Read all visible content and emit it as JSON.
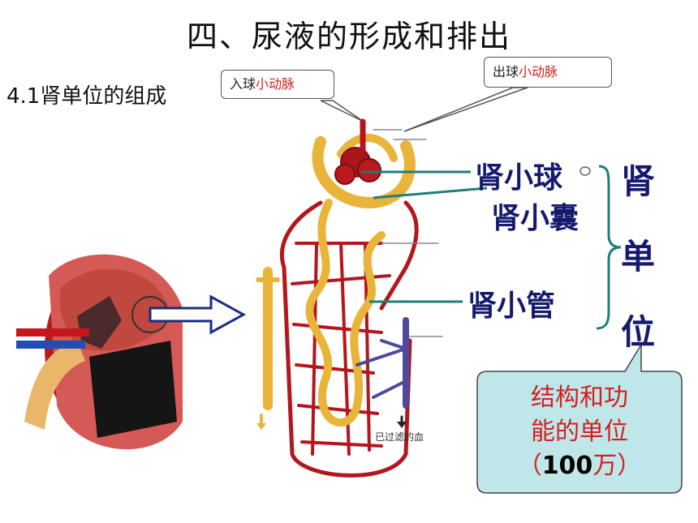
{
  "title": "四、尿液的形成和排出",
  "subtitle": "4.1肾单位的组成",
  "callouts": {
    "incoming": {
      "prefix": "入球",
      "highlight": "小动脉"
    },
    "outgoing": {
      "prefix": "出球",
      "highlight": "小动脉"
    }
  },
  "labels": {
    "glomerulus": "肾小球",
    "capsule": "肾小囊",
    "tubule": "肾小管"
  },
  "nephron_vertical": [
    "肾",
    "单",
    "位"
  ],
  "info_box": {
    "line1": "结构和功",
    "line2": "能的单位",
    "paren_open": "（",
    "number": "100",
    "unit": "万）"
  },
  "diagram_caption": "已过滤的血",
  "colors": {
    "label_blue": "#151a6e",
    "accent_red": "#d21f1f",
    "box_fill": "#bfe6e9",
    "leader_teal": "#1f7d7a"
  }
}
